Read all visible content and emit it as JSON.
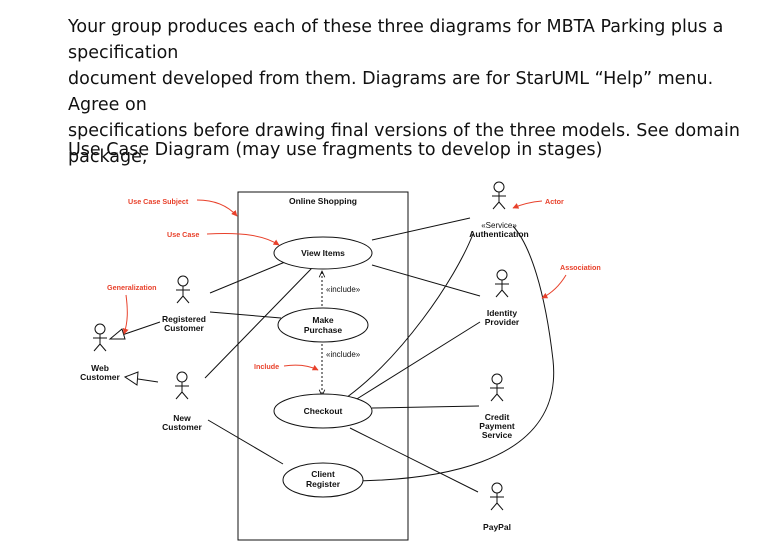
{
  "intro": {
    "line1": "Your group produces each of these three diagrams for MBTA Parking plus a specification",
    "line2": "document developed from them. Diagrams are for StarUML “Help” menu. Agree on",
    "line3": "specifications before drawing final versions of the three models. See domain package,"
  },
  "heading": "Use Case Diagram (may use fragments to develop in stages)",
  "diagram": {
    "subject_title": "Online Shopping",
    "use_cases": {
      "view_items": "View Items",
      "make_purchase_1": "Make",
      "make_purchase_2": "Purchase",
      "checkout": "Checkout",
      "client_register_1": "Client",
      "client_register_2": "Register"
    },
    "actors": {
      "registered_1": "Registered",
      "registered_2": "Customer",
      "new_1": "New",
      "new_2": "Customer",
      "web_1": "Web",
      "web_2": "Customer",
      "auth_stereotype": "«Service»",
      "auth_name": "Authentication",
      "identity_1": "Identity",
      "identity_2": "Provider",
      "credit_1": "Credit",
      "credit_2": "Payment",
      "credit_3": "Service",
      "paypal": "PayPal"
    },
    "include_label": "«include»",
    "annotations": {
      "use_case_subject": "Use Case Subject",
      "use_case": "Use Case",
      "generalization": "Generalization",
      "include": "Include",
      "actor": "Actor",
      "association": "Association"
    },
    "colors": {
      "annotation": "#e8412b",
      "line": "#111111"
    }
  }
}
